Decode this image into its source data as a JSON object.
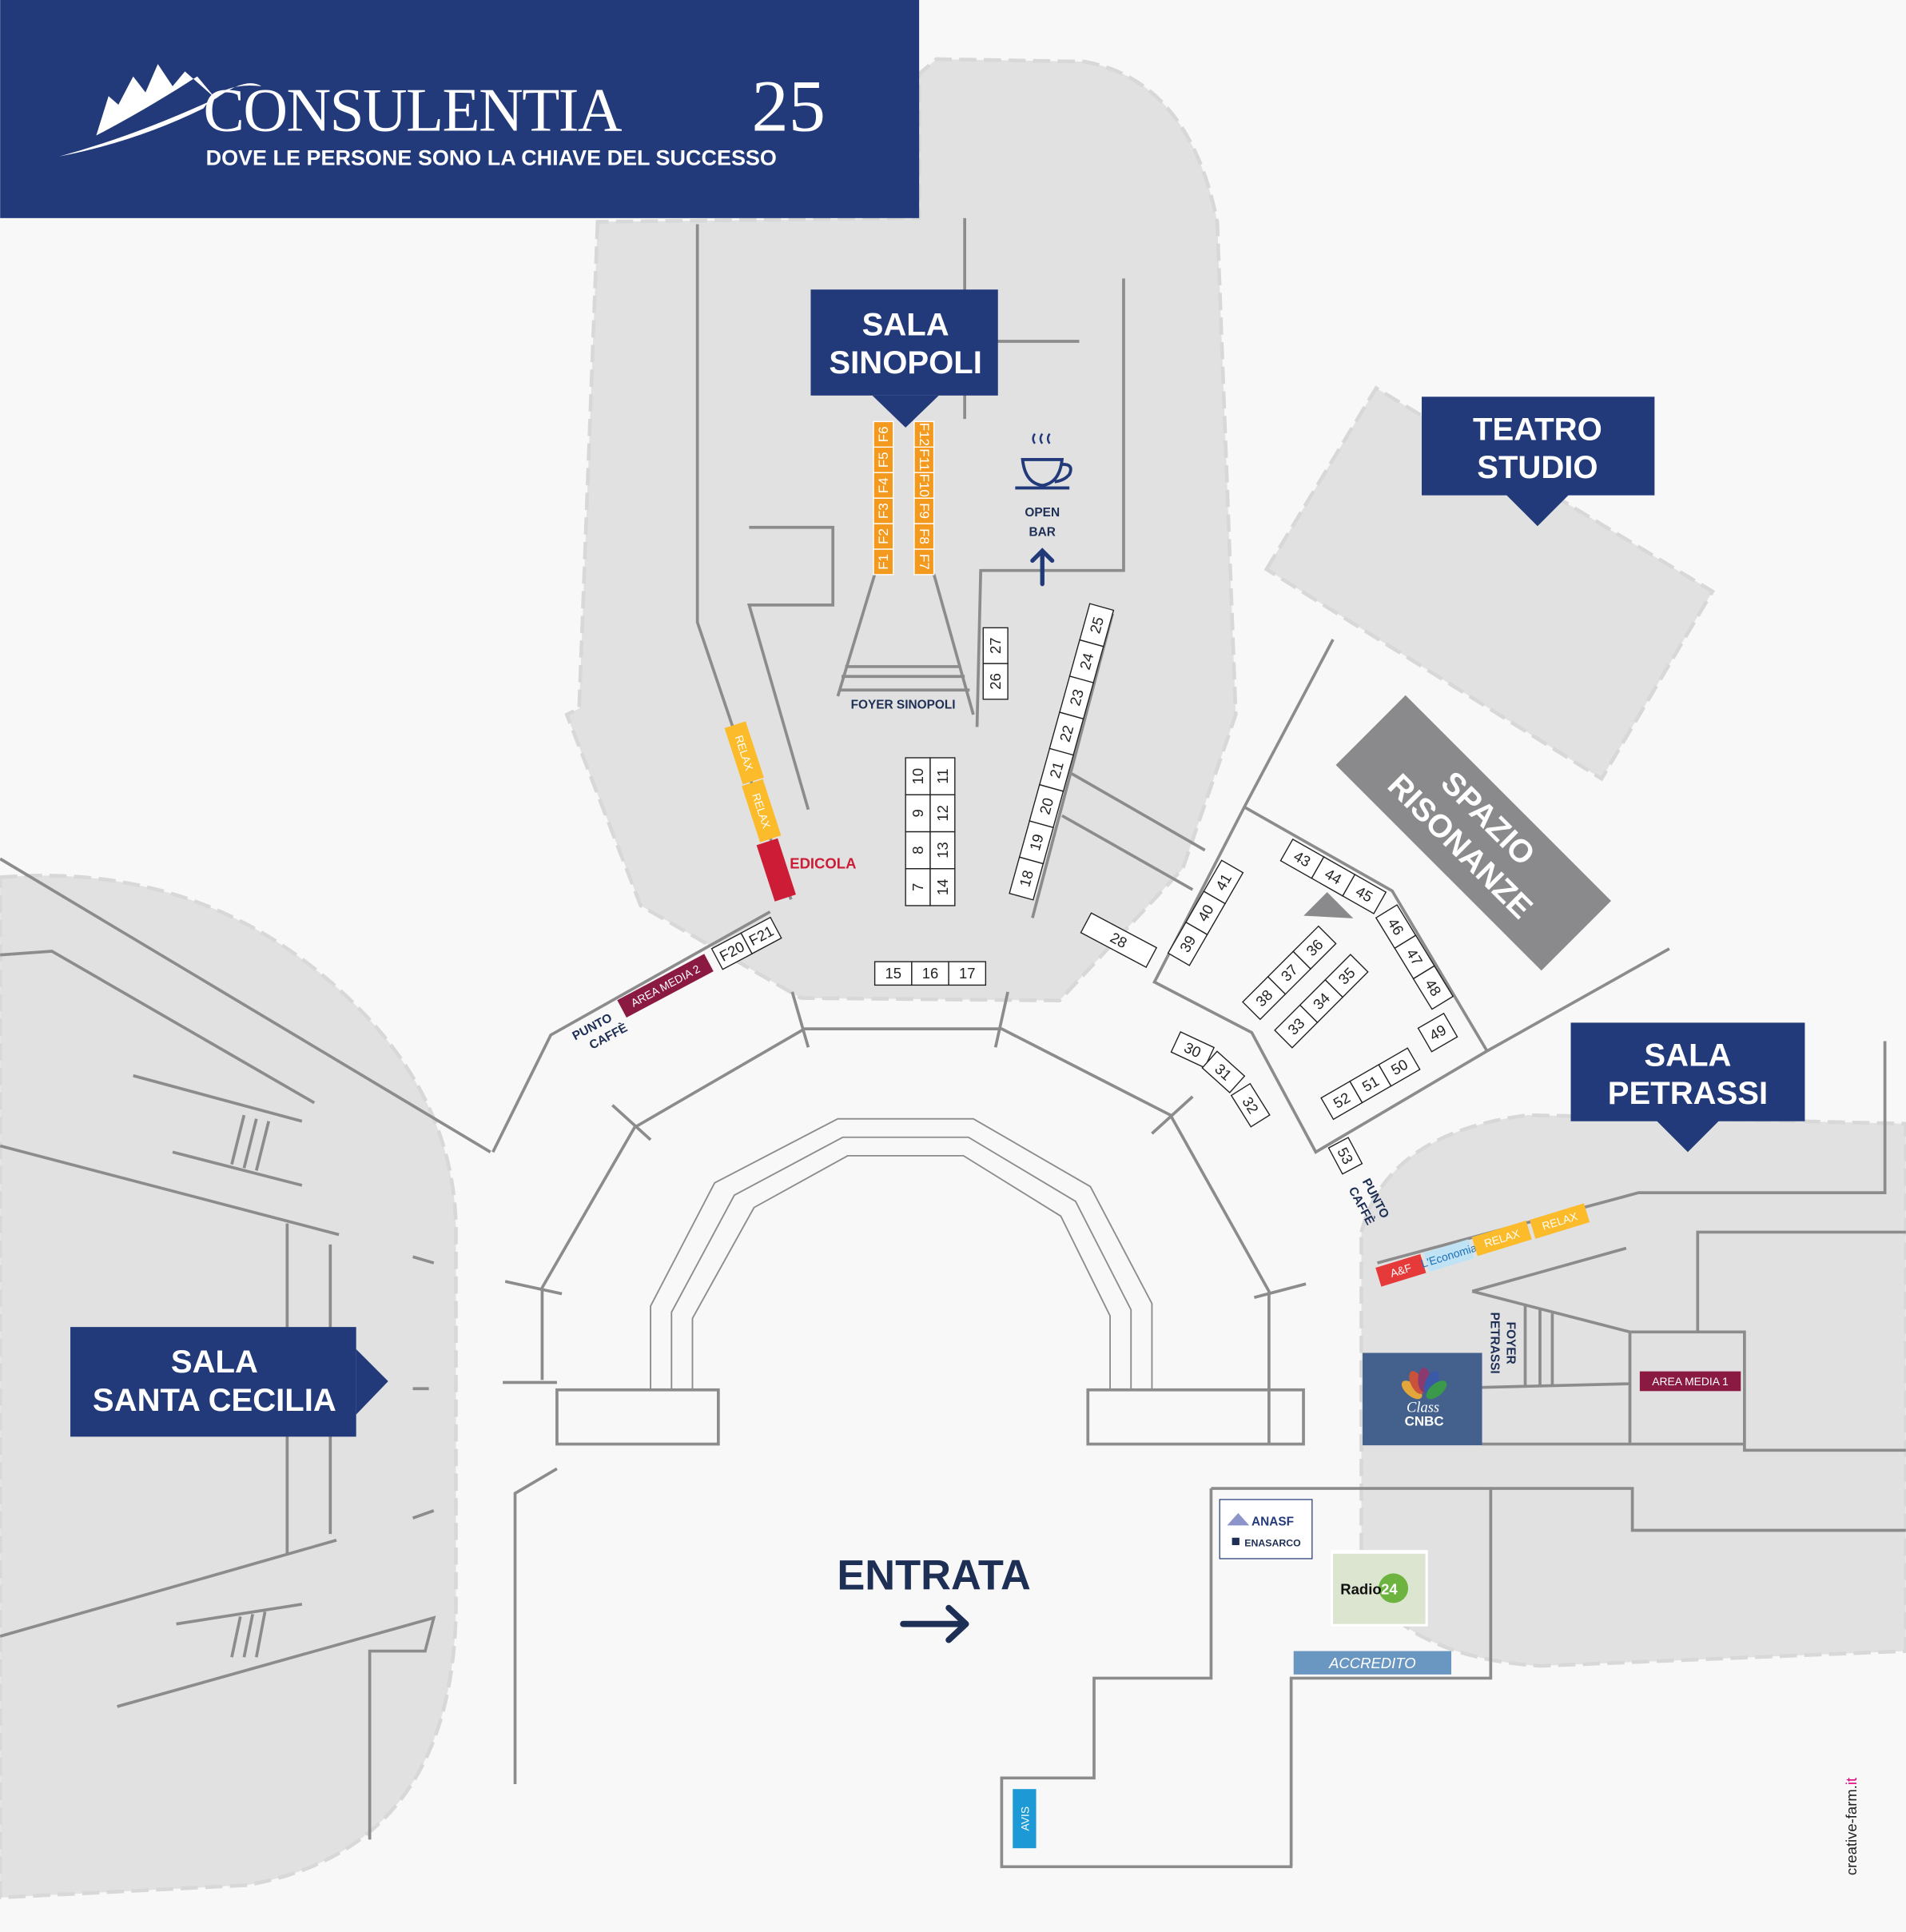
{
  "header": {
    "logo_text": "CONSULENTIA",
    "logo_number": "25",
    "tagline": "DOVE LE PERSONE SONO LA CHIAVE DEL SUCCESSO"
  },
  "halls": {
    "sinopoli": [
      "SALA",
      "SINOPOLI"
    ],
    "teatro_studio": [
      "TEATRO",
      "STUDIO"
    ],
    "petrassi": [
      "SALA",
      "PETRASSI"
    ],
    "santa_cecilia": [
      "SALA",
      "SANTA CECILIA"
    ],
    "spazio_risonanze": [
      "SPAZIO",
      "RISONANZE"
    ]
  },
  "areas": {
    "open_bar": [
      "OPEN",
      "BAR"
    ],
    "foyer_sinopoli": "FOYER SINOPOLI",
    "foyer_petrassi": [
      "FOYER",
      "PETRASSI"
    ],
    "edicola": "EDICOLA",
    "relax": "RELAX",
    "area_media_1": "AREA MEDIA 1",
    "area_media_2": "AREA MEDIA 2",
    "punto_caffe": [
      "PUNTO",
      "CAFFÈ"
    ],
    "entrata": "ENTRATA",
    "accredito": "ACCREDITO",
    "avis": "AVIS"
  },
  "sponsors": {
    "cnbc": [
      "Class",
      "CNBC"
    ],
    "anasf": "ANASF",
    "enasarco": "ENASARCO",
    "radio24": [
      "Radio",
      "24"
    ],
    "af": "A&F",
    "economia": "L'Economia"
  },
  "booths": {
    "f_left": [
      "F1",
      "F2",
      "F3",
      "F4",
      "F5",
      "F6"
    ],
    "f_right": [
      "F7",
      "F8",
      "F9",
      "F10",
      "F11",
      "F12"
    ],
    "f_punto": [
      "F20",
      "F21"
    ],
    "b26": [
      "26",
      "27"
    ],
    "b7": [
      "7",
      "8",
      "9",
      "10"
    ],
    "b14": [
      "14",
      "13",
      "12",
      "11"
    ],
    "b15": [
      "15",
      "16",
      "17"
    ],
    "b18": [
      "18",
      "19",
      "20",
      "21",
      "22",
      "23",
      "24",
      "25"
    ],
    "b28": [
      "28"
    ],
    "b30": [
      "30"
    ],
    "b31": [
      "31"
    ],
    "b32": [
      "32"
    ],
    "b33": [
      "33",
      "34",
      "35"
    ],
    "b38": [
      "38",
      "37",
      "36"
    ],
    "b39": [
      "39",
      "40",
      "41"
    ],
    "b43": [
      "43",
      "44",
      "45"
    ],
    "b46": [
      "46",
      "47",
      "48"
    ],
    "b49": [
      "49"
    ],
    "b52": [
      "52",
      "51",
      "50"
    ],
    "b53": [
      "53"
    ]
  },
  "credit": {
    "name": "creative-farm.",
    "tld": "it"
  },
  "colors": {
    "navy": "#233a7a",
    "orange": "#f39a1e",
    "relax": "#fbbb2a",
    "media": "#8b1a42",
    "edicola": "#cc1c36"
  }
}
